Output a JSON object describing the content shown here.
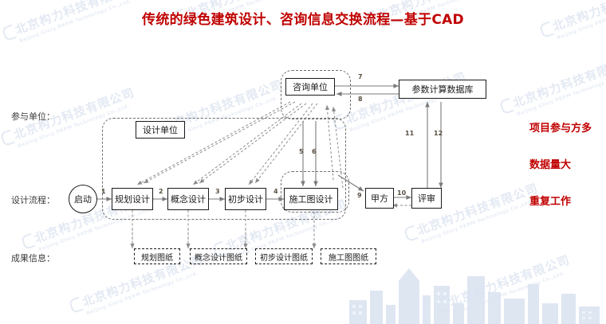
{
  "slide": {
    "title": "传统的绿色建筑设计、咨询信息交换流程—基于CAD",
    "title_color": "#c00000",
    "background": "#ffffff"
  },
  "watermark": {
    "cn": "北京构力科技有限公司",
    "en": "Beijing Glory PKPM Technology Co.,Ltd.",
    "color": "#dfe6f2",
    "skyline_name": "city-skyline-watermark"
  },
  "row_labels": [
    {
      "name": "participants-row-label",
      "text": "参与单位："
    },
    {
      "name": "design-process-row-label",
      "text": "设计流程："
    },
    {
      "name": "deliverables-row-label",
      "text": "成果信息："
    }
  ],
  "groups": [
    {
      "name": "consulting-unit-group",
      "label": ""
    },
    {
      "name": "design-unit-group",
      "label": ""
    },
    {
      "name": "construction-drawing-group",
      "label": ""
    }
  ],
  "nodes": {
    "consulting_unit": "咨询单位",
    "parameter_database": "参数计算数据库",
    "design_unit": "设计单位",
    "start": "启动",
    "planning_design": "规划设计",
    "concept_design": "概念设计",
    "preliminary_design": "初步设计",
    "construction_drawing_design": "施工图设计",
    "owner": "甲方",
    "review": "评审"
  },
  "deliverables": [
    {
      "name": "planning-drawings",
      "text": "规划图纸"
    },
    {
      "name": "concept-design-drawings",
      "text": "概念设计图纸"
    },
    {
      "name": "preliminary-design-drawings",
      "text": "初步设计图纸"
    },
    {
      "name": "construction-drawings",
      "text": "施工图图纸"
    }
  ],
  "callouts": [
    {
      "name": "callout-many-participants",
      "text": "项目参与方多"
    },
    {
      "name": "callout-large-data",
      "text": "数据量大"
    },
    {
      "name": "callout-repeat-work",
      "text": "重复工作"
    }
  ],
  "flow_numbers": {
    "n1": "1",
    "n2": "2",
    "n3": "3",
    "n4": "4",
    "n5": "5",
    "n6": "6",
    "n7": "7",
    "n8": "8",
    "n9": "9",
    "n10": "10",
    "n11": "11",
    "n12": "12"
  },
  "colors": {
    "accent_red": "#c00000",
    "node_border": "#1a1a1a",
    "connector_solid": "#7a7a7a",
    "connector_dashed": "#8c8c8c",
    "group_border": "#6f6f6f",
    "label_text": "#3b3b3b"
  }
}
